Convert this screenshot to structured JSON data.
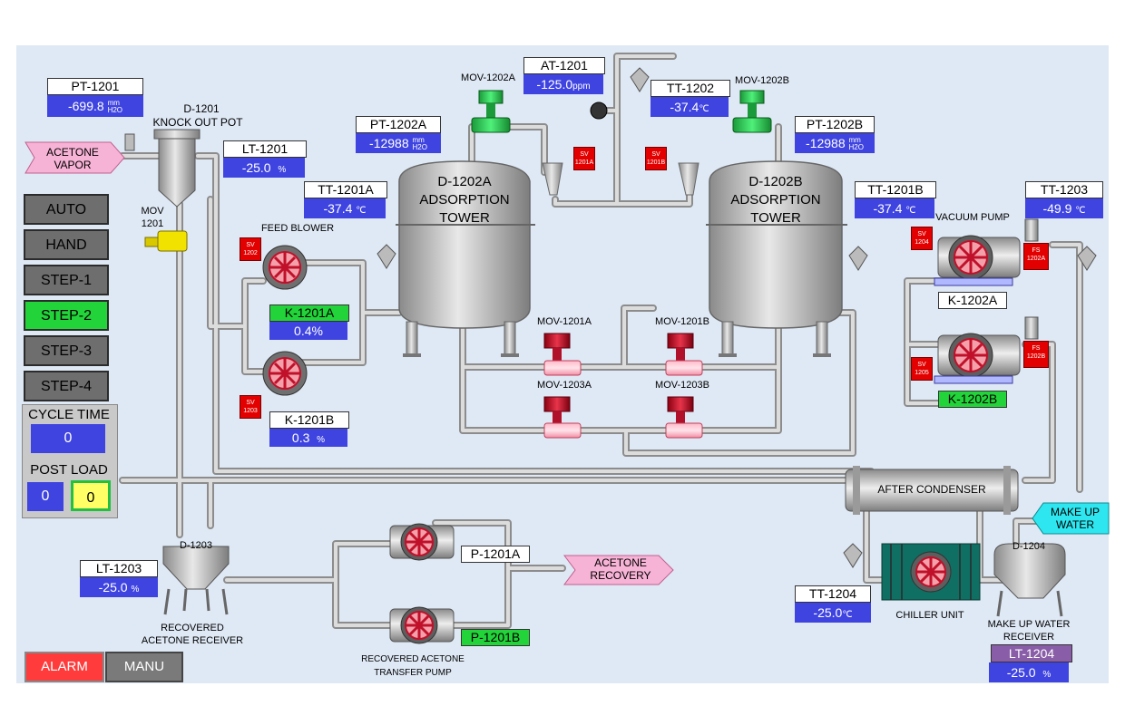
{
  "mode_buttons": [
    {
      "label": "AUTO",
      "active": false
    },
    {
      "label": "HAND",
      "active": false
    },
    {
      "label": "STEP-1",
      "active": false
    },
    {
      "label": "STEP-2",
      "active": true
    },
    {
      "label": "STEP-3",
      "active": false
    },
    {
      "label": "STEP-4",
      "active": false
    }
  ],
  "cycle_time": {
    "label": "CYCLE TIME",
    "value": "0"
  },
  "post_load": {
    "label": "POST LOAD",
    "value_a": "0",
    "value_b": "0"
  },
  "bottom_buttons": {
    "alarm": "ALARM",
    "manu": "MANU"
  },
  "streams": {
    "acetone_vapor": "ACETONE VAPOR",
    "acetone_recovery": "ACETONE RECOVERY",
    "make_up_water": "MAKE UP WATER"
  },
  "instruments": {
    "pt1201": {
      "tag": "PT-1201",
      "value": "-699.8",
      "unit_top": "mm",
      "unit_bottom": "H2O"
    },
    "lt1201": {
      "tag": "LT-1201",
      "value": "-25.0",
      "unit": "%"
    },
    "tt1201a": {
      "tag": "TT-1201A",
      "value": "-37.4",
      "unit": "℃"
    },
    "pt1202a": {
      "tag": "PT-1202A",
      "value": "-12988",
      "unit_top": "mm",
      "unit_bottom": "H2O"
    },
    "at1201": {
      "tag": "AT-1201",
      "value": "-125.0",
      "unit": "ppm"
    },
    "tt1202": {
      "tag": "TT-1202",
      "value": "-37.4",
      "unit": "℃"
    },
    "pt1202b": {
      "tag": "PT-1202B",
      "value": "-12988",
      "unit_top": "mm",
      "unit_bottom": "H2O"
    },
    "tt1201b": {
      "tag": "TT-1201B",
      "value": "-37.4",
      "unit": "℃"
    },
    "tt1203": {
      "tag": "TT-1203",
      "value": "-49.9",
      "unit": "℃"
    },
    "lt1203": {
      "tag": "LT-1203",
      "value": "-25.0",
      "unit": "%"
    },
    "tt1204": {
      "tag": "TT-1204",
      "value": "-25.0",
      "unit": "℃"
    },
    "lt1204": {
      "tag": "LT-1204",
      "value": "-25.0",
      "unit": "%"
    }
  },
  "equipment": {
    "d1201": {
      "tag": "D-1201",
      "name": "KNOCK OUT POT"
    },
    "mov1201": {
      "tag": "MOV",
      "tag2": "1201"
    },
    "feed_blower": "FEED BLOWER",
    "k1201a": {
      "tag": "K-1201A",
      "value": "0.4",
      "unit": "%"
    },
    "k1201b": {
      "tag": "K-1201B",
      "value": "0.3",
      "unit": "%"
    },
    "d1202a": {
      "line1": "D-1202A",
      "line2": "ADSORPTION",
      "line3": "TOWER"
    },
    "d1202b": {
      "line1": "D-1202B",
      "line2": "ADSORPTION",
      "line3": "TOWER"
    },
    "mov1202a": "MOV-1202A",
    "mov1202b": "MOV-1202B",
    "mov1201a": "MOV-1201A",
    "mov1201b": "MOV-1201B",
    "mov1203a": "MOV-1203A",
    "mov1203b": "MOV-1203B",
    "vacuum_pump": "VACUUM PUMP",
    "k1202a": "K-1202A",
    "k1202b": "K-1202B",
    "after_condenser": "AFTER CONDENSER",
    "d1203": "D-1203",
    "recovered_receiver": {
      "line1": "RECOVERED",
      "line2": "ACETONE RECEIVER"
    },
    "p1201a": "P-1201A",
    "p1201b": "P-1201B",
    "transfer_pump": {
      "line1": "RECOVERED ACETONE",
      "line2": "TRANSFER PUMP"
    },
    "chiller": "CHILLER UNIT",
    "d1204": "D-1204",
    "makeup_receiver": {
      "line1": "MAKE UP WATER",
      "line2": "RECEIVER"
    }
  },
  "solenoids": {
    "sv1202": {
      "l1": "SV",
      "l2": "1202"
    },
    "sv1203": {
      "l1": "SV",
      "l2": "1203"
    },
    "sv1201a": {
      "l1": "SV",
      "l2": "1201A"
    },
    "sv1201b": {
      "l1": "SV",
      "l2": "1201B"
    },
    "sv1204": {
      "l1": "SV",
      "l2": "1204"
    },
    "sv1205": {
      "l1": "SV",
      "l2": "1205"
    },
    "fs1202a": {
      "l1": "FS",
      "l2": "1202A"
    },
    "fs1202b": {
      "l1": "FS",
      "l2": "1202B"
    }
  },
  "colors": {
    "panel": "#dfe9f5",
    "value_box": "#3f44e0",
    "active_green": "#22d43a",
    "alarm_red": "#ff3b3b",
    "pipe": "#bdbdbd",
    "stream_pink": "#f7b3d6",
    "stream_cyan": "#2ee6ef"
  }
}
